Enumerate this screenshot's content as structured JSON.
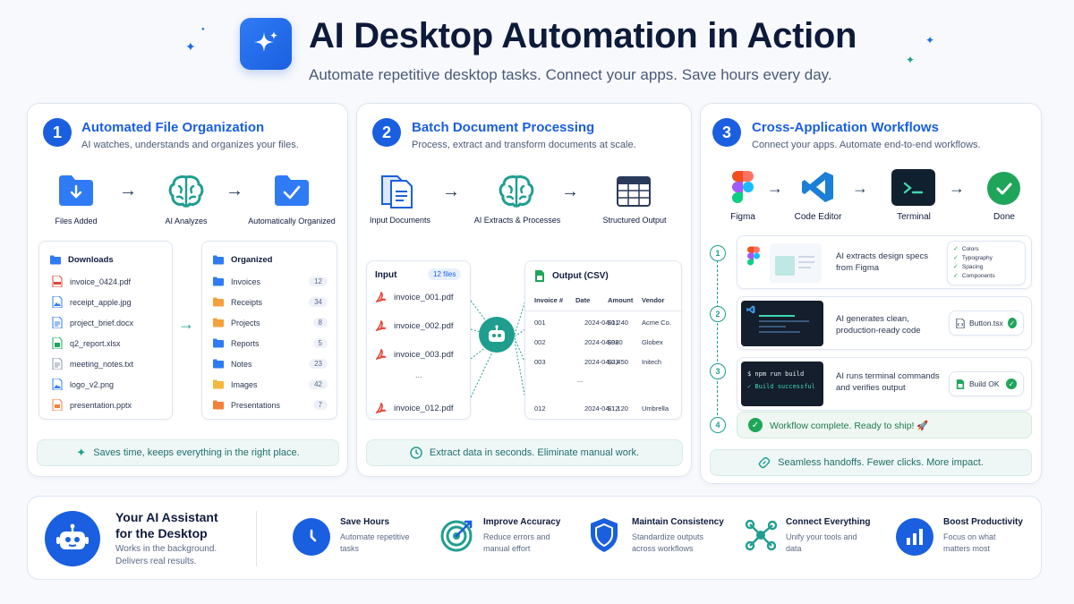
{
  "header": {
    "title": "AI Desktop Automation in Action",
    "subtitle": "Automate repetitive desktop tasks. Connect your apps. Save hours every day."
  },
  "colors": {
    "primary": "#1a5fe0",
    "teal": "#1f9e8f",
    "green": "#1fa55a",
    "navy": "#0d1a3a"
  },
  "panel1": {
    "number": "1",
    "title": "Automated File Organization",
    "subtitle": "AI watches, understands and organizes your files.",
    "flow": [
      "Files Added",
      "AI Analyzes",
      "Automatically Organized"
    ],
    "downloads": {
      "title": "Downloads",
      "files": [
        {
          "name": "invoice_0424.pdf",
          "type": "pdf"
        },
        {
          "name": "receipt_apple.jpg",
          "type": "image"
        },
        {
          "name": "project_brief.docx",
          "type": "doc"
        },
        {
          "name": "q2_report.xlsx",
          "type": "sheet"
        },
        {
          "name": "meeting_notes.txt",
          "type": "text"
        },
        {
          "name": "logo_v2.png",
          "type": "image"
        },
        {
          "name": "presentation.pptx",
          "type": "slides"
        }
      ]
    },
    "organized": {
      "title": "Organized",
      "folders": [
        {
          "name": "Invoices",
          "count": "12",
          "color": "#2f7bf5"
        },
        {
          "name": "Receipts",
          "count": "34",
          "color": "#f5a03a"
        },
        {
          "name": "Projects",
          "count": "8",
          "color": "#f5a03a"
        },
        {
          "name": "Reports",
          "count": "5",
          "color": "#2f7bf5"
        },
        {
          "name": "Notes",
          "count": "23",
          "color": "#2f7bf5"
        },
        {
          "name": "Images",
          "count": "42",
          "color": "#f5b83a"
        },
        {
          "name": "Presentations",
          "count": "7",
          "color": "#f5803a"
        }
      ]
    },
    "note": "Saves time, keeps everything in the right place."
  },
  "panel2": {
    "number": "2",
    "title": "Batch Document Processing",
    "subtitle": "Process, extract and transform documents at scale.",
    "flow": [
      "Input Documents",
      "AI Extracts & Processes",
      "Structured Output"
    ],
    "input": {
      "title": "Input",
      "badge": "12 files",
      "files": [
        "invoice_001.pdf",
        "invoice_002.pdf",
        "invoice_003.pdf",
        "...",
        "invoice_012.pdf"
      ]
    },
    "output": {
      "title": "Output (CSV)",
      "columns": [
        "Invoice #",
        "Date",
        "Amount",
        "Vendor"
      ],
      "rows": [
        [
          "001",
          "2024-04-01",
          "$1,240",
          "Acme Co."
        ],
        [
          "002",
          "2024-04-02",
          "$980",
          "Globex"
        ],
        [
          "003",
          "2024-04-03",
          "$2,450",
          "Initech"
        ],
        [
          "...",
          "",
          "",
          ""
        ],
        [
          "012",
          "2024-04-12",
          "$1,120",
          "Umbrella"
        ]
      ]
    },
    "note": "Extract data in seconds. Eliminate manual work."
  },
  "panel3": {
    "number": "3",
    "title": "Cross-Application Workflows",
    "subtitle": "Connect your apps. Automate end-to-end workflows.",
    "flow": [
      "Figma",
      "Code Editor",
      "Terminal",
      "Done"
    ],
    "steps": [
      {
        "num": "1",
        "text1": "AI extracts design specs",
        "text2": "from Figma",
        "specs": [
          "Colors",
          "Typography",
          "Spacing",
          "Components"
        ]
      },
      {
        "num": "2",
        "text1": "AI generates clean,",
        "text2": "production-ready code",
        "file": "Button.tsx"
      },
      {
        "num": "3",
        "text1": "AI runs terminal commands",
        "text2": "and verifies output",
        "cmd": "$ npm run build",
        "cmd_ok": "✓ Build successful",
        "result": "Build OK"
      },
      {
        "num": "4",
        "text1": "Workflow complete. Ready to ship! 🚀"
      }
    ],
    "note": "Seamless handoffs. Fewer clicks. More impact."
  },
  "bottom": {
    "assistant_title_1": "Your AI Assistant",
    "assistant_title_2": "for the Desktop",
    "assistant_desc_1": "Works in the background.",
    "assistant_desc_2": "Delivers real results.",
    "benefits": [
      {
        "title": "Save Hours",
        "desc": "Automate repetitive tasks",
        "icon": "clock-icon"
      },
      {
        "title": "Improve Accuracy",
        "desc": "Reduce errors and manual effort",
        "icon": "target-icon"
      },
      {
        "title": "Maintain Consistency",
        "desc": "Standardize outputs across workflows",
        "icon": "shield-icon"
      },
      {
        "title": "Connect Everything",
        "desc": "Unify your tools and data",
        "icon": "network-icon"
      },
      {
        "title": "Boost Productivity",
        "desc": "Focus on what matters most",
        "icon": "bar-chart-icon"
      }
    ]
  }
}
